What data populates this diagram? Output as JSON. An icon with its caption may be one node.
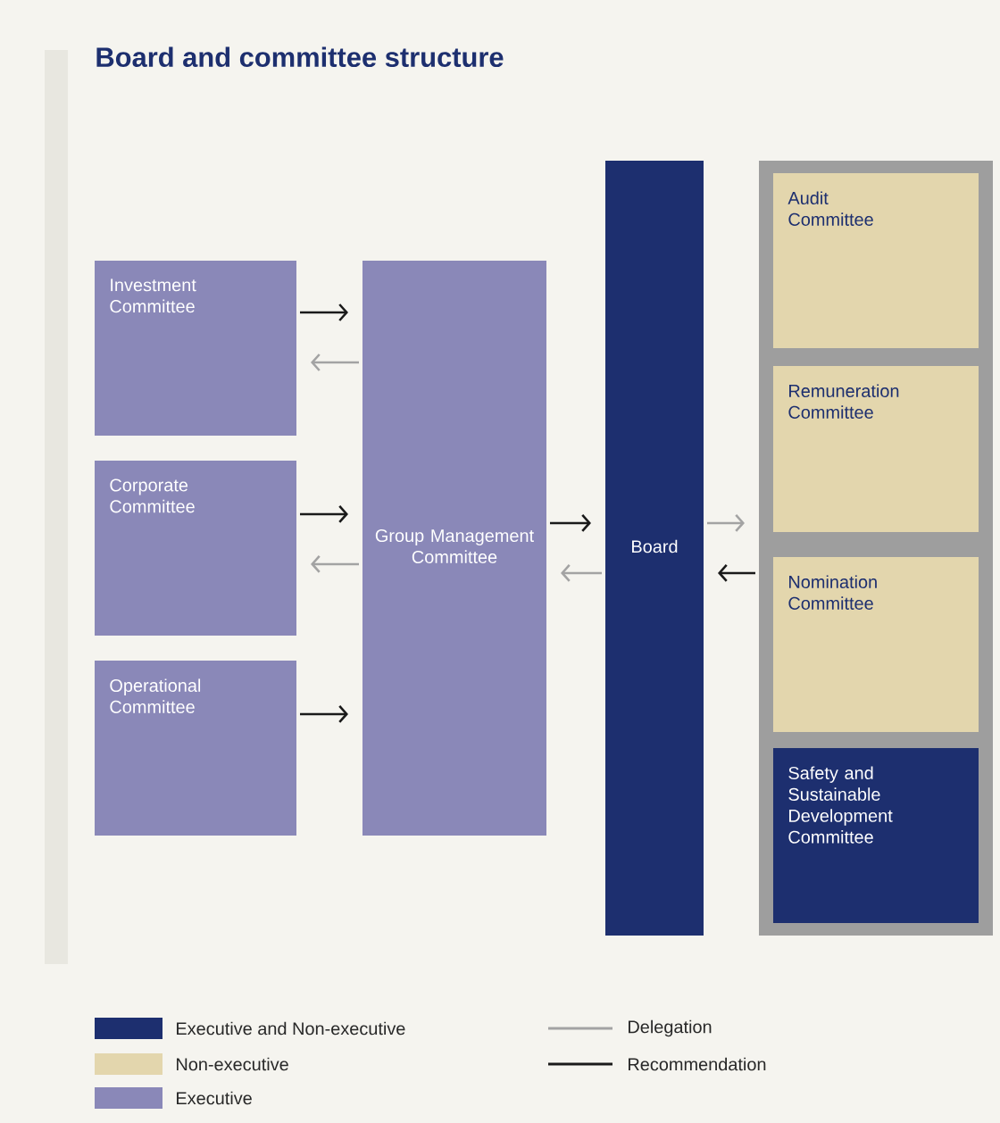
{
  "diagram": {
    "title": "Board and committee structure",
    "nodes": [
      {
        "text": [
          "Investment Committee"
        ]
      },
      {
        "text": [
          "Corporate Committee"
        ]
      },
      {
        "text": [
          "Operational Committee"
        ]
      },
      {
        "text": [
          "Group Management Committee"
        ]
      },
      {
        "text": [
          "Board"
        ]
      },
      {
        "text": [],
        "shape": "box"
      },
      {
        "text": [
          "Audit Committee"
        ],
        "in": 5
      },
      {
        "text": [
          "Remuneration Committee"
        ],
        "in": 5
      },
      {
        "text": [
          "Nomination Committee"
        ],
        "in": 5
      },
      {
        "text": [
          "Safety and Sustainable Development Committee"
        ],
        "in": 5
      }
    ],
    "edges": [
      {
        "from": 0,
        "to": 3,
        "arrow": "to"
      },
      {
        "from": 3,
        "to": 0,
        "arrow": "to",
        "color": "#a3a3a3"
      },
      {
        "from": 1,
        "to": 3,
        "arrow": "to"
      },
      {
        "from": 3,
        "to": 1,
        "arrow": "to",
        "color": "#a3a3a3"
      },
      {
        "from": 2,
        "to": 3,
        "arrow": "to"
      },
      {
        "from": 3,
        "to": 4,
        "arrow": "to"
      },
      {
        "from": 4,
        "to": 3,
        "arrow": "to",
        "color": "#a3a3a3"
      },
      {
        "from": 4,
        "to": 5,
        "arrow": "to",
        "color": "#a3a3a3"
      },
      {
        "from": 5,
        "to": 4,
        "arrow": "to"
      }
    ],
    "legend": [
      {
        "text": "Executive and Non-executive",
        "color": "#1d2f6f"
      },
      {
        "text": "Non-executive",
        "color": "#e3d6ad"
      },
      {
        "text": "Executive",
        "color": "#8a88b8"
      },
      {
        "text": "Delegation"
      },
      {
        "text": "Recommendation"
      }
    ]
  }
}
